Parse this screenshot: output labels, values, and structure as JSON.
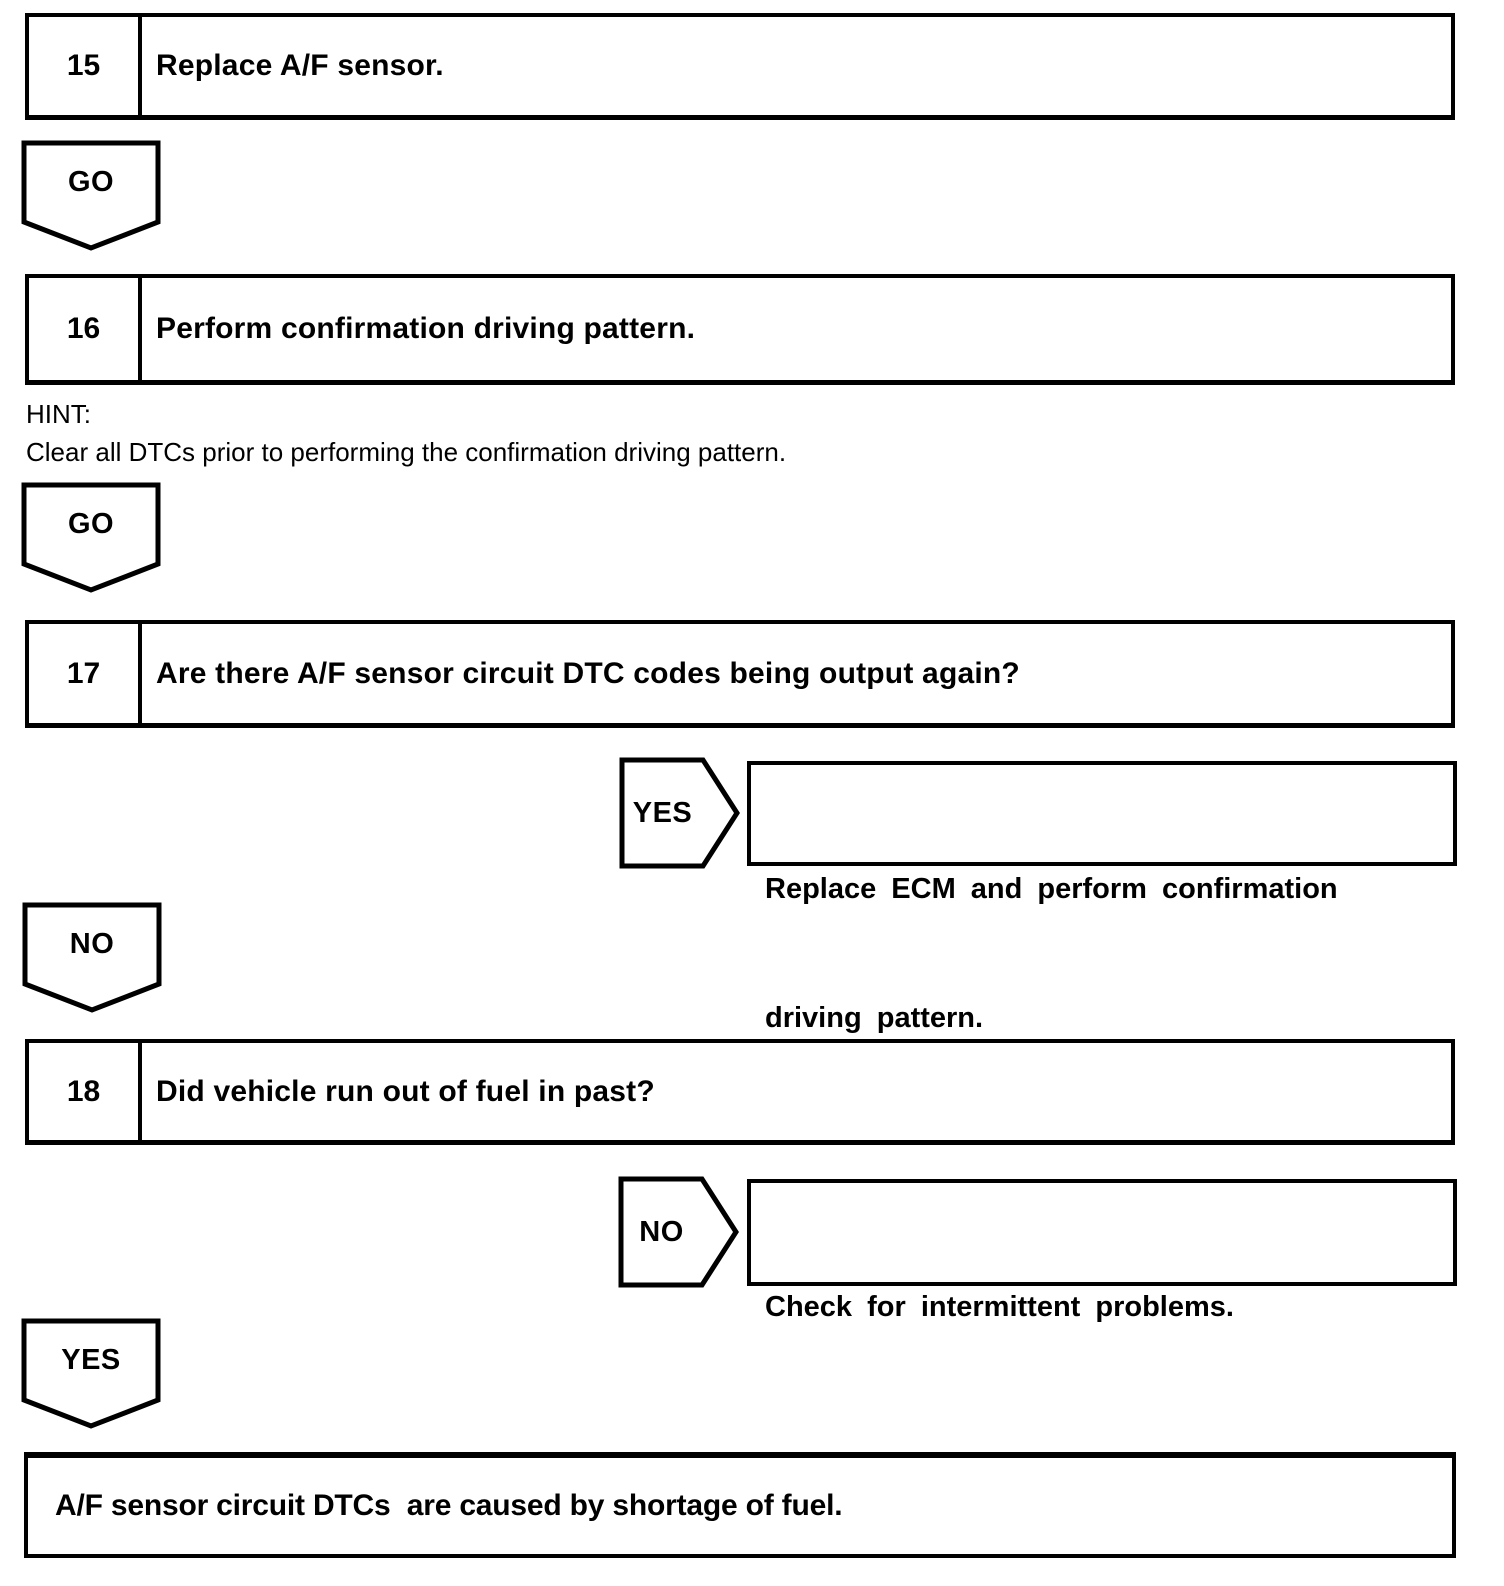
{
  "page": {
    "background_color": "#ffffff",
    "line_color": "#000000"
  },
  "steps": [
    {
      "number": "15",
      "text": "Replace A/F sensor."
    },
    {
      "number": "16",
      "text": "Perform confirmation driving pattern."
    },
    {
      "number": "17",
      "text": "Are there A/F sensor circuit DTC codes being output again?"
    },
    {
      "number": "18",
      "text": "Did vehicle run out of fuel in past?"
    }
  ],
  "hint": {
    "label": "HINT:",
    "text": "Clear all DTCs prior to performing the confirmation driving pattern."
  },
  "connectors": {
    "go_1": "GO",
    "go_2": "GO",
    "yes_right": "YES",
    "no_down": "NO",
    "no_right": "NO",
    "yes_down": "YES"
  },
  "results": {
    "yes": {
      "lines": [
        "Replace ECM and perform confirmation",
        "driving pattern."
      ]
    },
    "no": {
      "text": "Check for intermittent problems."
    },
    "final": {
      "text": "A/F sensor circuit DTCs  are caused by shortage of fuel."
    }
  }
}
